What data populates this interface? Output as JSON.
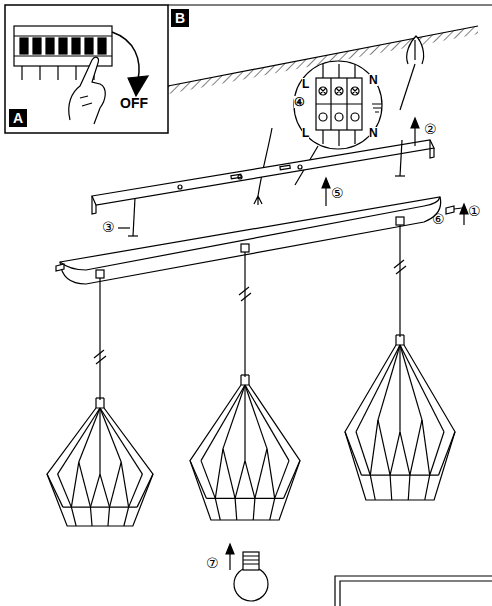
{
  "diagram": {
    "labels": [
      "A",
      "OFF",
      "B",
      "L",
      "N",
      "④",
      "L",
      "N",
      "②",
      "③",
      "⑤",
      "⑥",
      "①",
      "⑦"
    ]
  }
}
